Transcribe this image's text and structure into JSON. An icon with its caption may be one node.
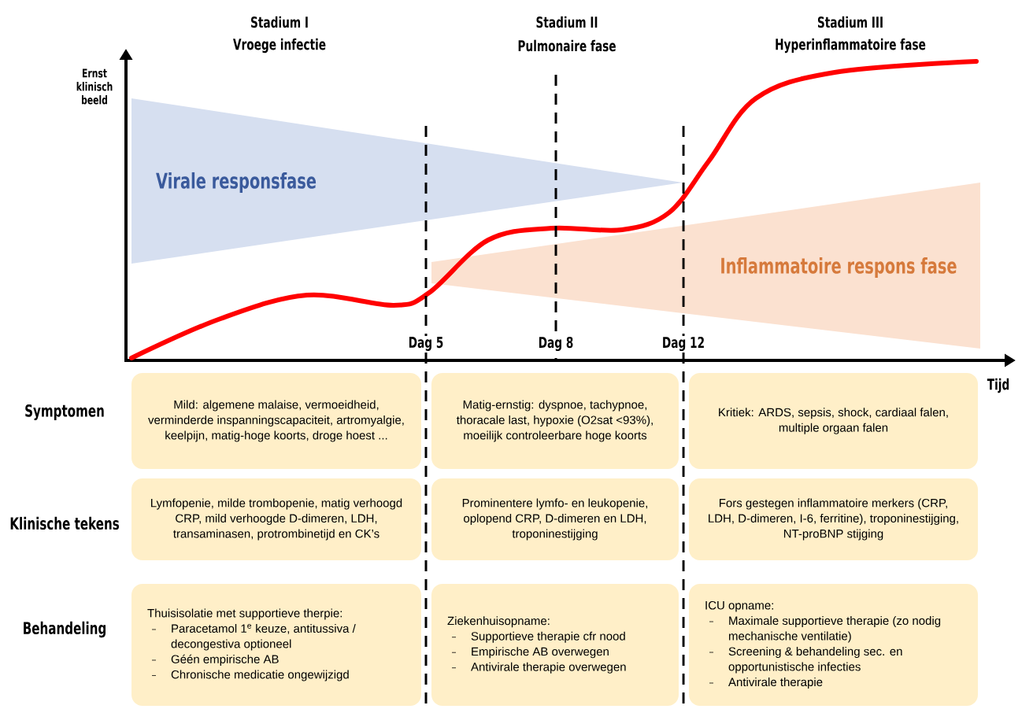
{
  "diagram": {
    "nodes": [
      {
        "text": [
          "Virale responsfase"
        ]
      },
      {
        "text": [
          "Inflammatoire respons fase"
        ]
      },
      {
        "text": [
          "Mild: algemene malaise, vermoeidheid, verminderde inspanningscapaciteit, artromyalgie, keelpijn, matig-hoge koorts, droge hoest ..."
        ]
      },
      {
        "text": [
          "Matig-ernstig: dyspnoe, tachypnoe, thoracale last, hypoxie (O2sat <93%), moeilijk controleerbare hoge koorts"
        ]
      },
      {
        "text": [
          "Kritiek: ARDS, sepsis, shock, cardiaal falen, multiple orgaan falen"
        ]
      },
      {
        "text": [
          "Lymfopenie, milde trombopenie, matig verhoogd CRP, mild verhoogde D-dimeren, LDH, transaminasen, protrombinetijd en CK’s"
        ]
      },
      {
        "text": [
          "Prominentere lymfo- en leukopenie, oplopend CRP, D-dimeren en LDH, troponinestijging"
        ]
      },
      {
        "text": [
          "Fors gestegen inflammatoire merkers (CRP, LDH, D-dimeren, I-6, ferritine), troponinestijging, NT-proBNP stijging"
        ]
      },
      {
        "text": [
          "Thuisisolatie met supportieve therpie:",
          "Paracetamol 1$^{e}$ keuze, antitussiva / decongestiva optioneel",
          "Géén empirische AB",
          "Chronische medicatie ongewijzigd"
        ]
      },
      {
        "text": [
          "Ziekenhuisopname:",
          "Supportieve therapie cfr nood",
          "Empirische AB overwegen",
          "Antivirale therapie overwegen"
        ]
      },
      {
        "text": [
          "ICU opname:",
          "Maximale supportieve therapie (zo nodig mechanische ventilatie)",
          "Screening & behandeling sec. en opportunistische infecties",
          "Antivirale therapie"
        ]
      }
    ],
    "labels": [
      "Stadium I",
      "Vroege infectie",
      "Stadium II",
      "Pulmonaire fase",
      "Stadium III",
      "Hyperinflammatoire fase",
      "Ernst klinisch beeld",
      "Dag 5",
      "Dag 8",
      "Dag 12",
      "Tijd",
      "Symptomen",
      "Klinische tekens",
      "Behandeling"
    ]
  }
}
